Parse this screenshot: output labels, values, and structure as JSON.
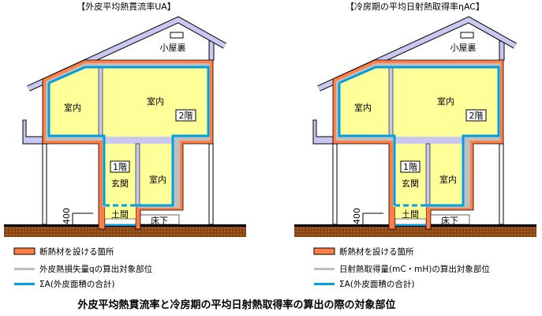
{
  "colors": {
    "insulation": "#ff7f47",
    "calc_part": "#bfbfbf",
    "envelope_area": "#00a0e0",
    "room": "#ffff99",
    "structure": "#c8c8f0",
    "ground": "#8b4513"
  },
  "houses": [
    {
      "title": "【外皮平均熱貫流率UA】",
      "attic": "小屋裏",
      "room_left": "室内",
      "room_right": "室内",
      "floor2": "2階",
      "floor1": "1階",
      "entrance": "玄関",
      "room_1f": "室内",
      "doma": "土間",
      "underfloor": "床下",
      "height_mark": "400",
      "legend": [
        {
          "label": "断熱材を設ける箇所",
          "icon": "insulation-swatch"
        },
        {
          "label": "外皮熱損失量qの算出対象部位",
          "icon": "gray-line"
        },
        {
          "label": "ΣA(外皮面積の合計)",
          "icon": "blue-line"
        }
      ]
    },
    {
      "title": "【冷房期の平均日射熱取得率ηAC】",
      "attic": "小屋裏",
      "room_left": "室内",
      "room_right": "室内",
      "floor2": "2階",
      "floor1": "1階",
      "entrance": "玄関",
      "room_1f": "室内",
      "doma": "土間",
      "underfloor": "床下",
      "height_mark": "400",
      "legend": [
        {
          "label": "断熱材を設ける箇所",
          "icon": "insulation-swatch"
        },
        {
          "label": "日射熱取得量(mC・mH)の算出対象部位",
          "icon": "gray-line"
        },
        {
          "label": "ΣA(外皮面積の合計)",
          "icon": "blue-line"
        }
      ]
    }
  ],
  "caption": "外皮平均熱貫流率と冷房期の平均日射熱取得率の算出の際の対象部位"
}
